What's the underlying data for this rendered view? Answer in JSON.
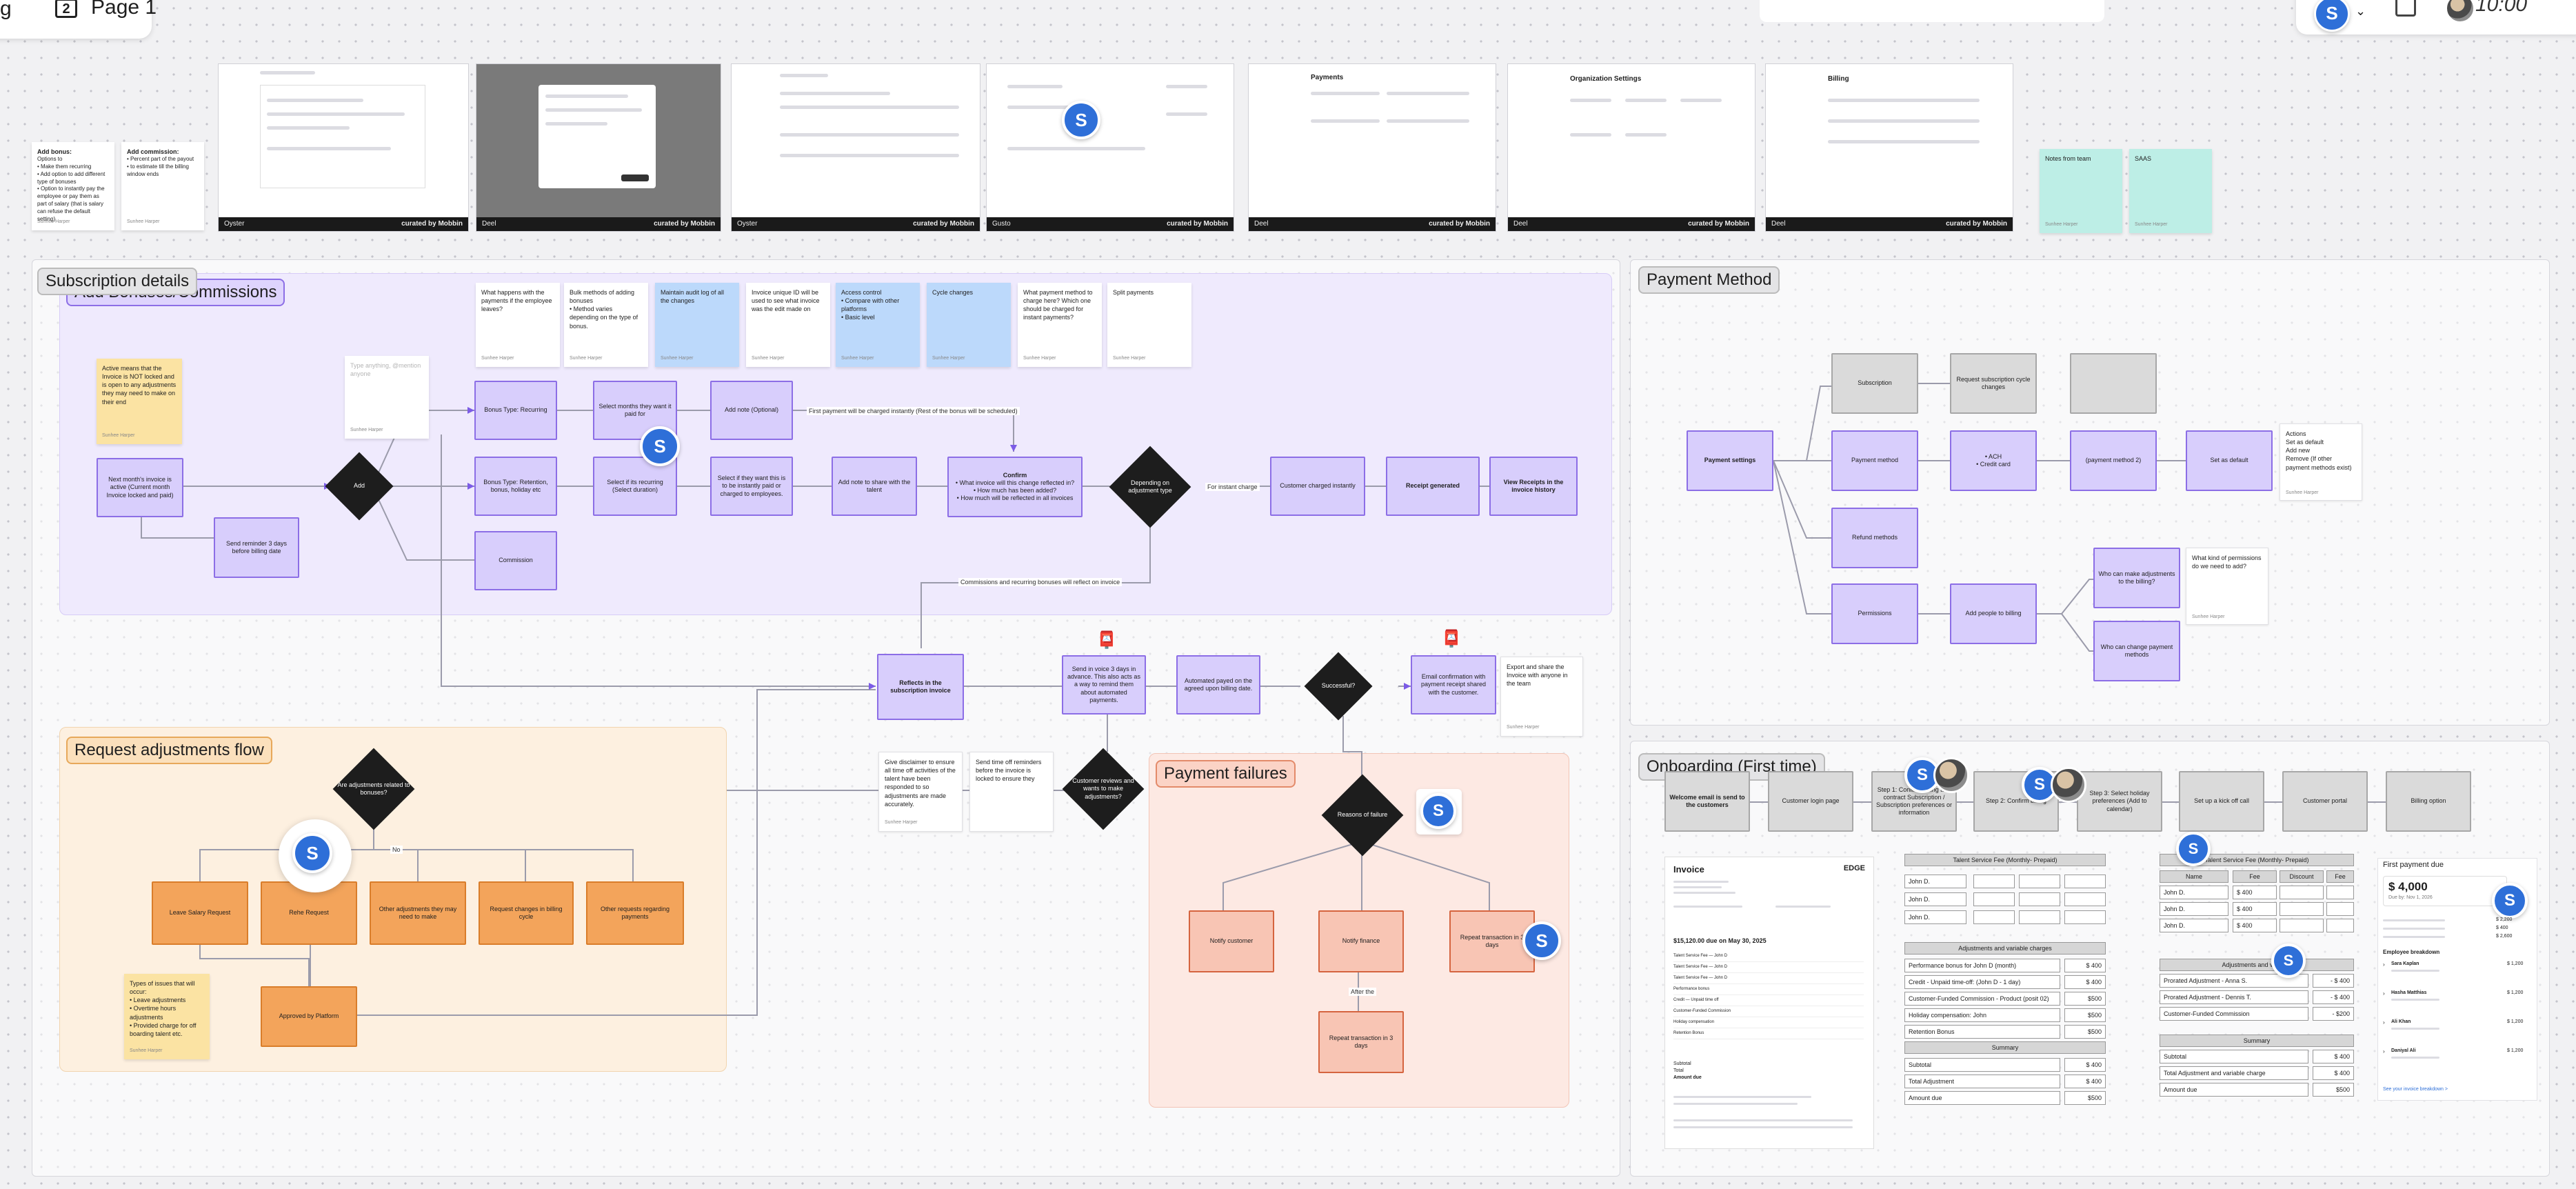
{
  "toolbar": {
    "left_glyph": "g",
    "page_number": "2",
    "page_label": "Page 1"
  },
  "presence": {
    "avatar_letter": "S",
    "timecode": "10:00"
  },
  "screenshots": [
    {
      "footer_app": "Oyster",
      "footer_brand": "curated by Mobbin"
    },
    {
      "footer_app": "Deel",
      "footer_brand": "curated by Mobbin"
    },
    {
      "footer_app": "Oyster",
      "footer_brand": "curated by Mobbin"
    },
    {
      "footer_app": "Gusto",
      "footer_brand": "curated by Mobbin"
    },
    {
      "footer_app": "Deel",
      "footer_brand": "curated by Mobbin"
    },
    {
      "footer_app": "Deel",
      "footer_brand": "curated by Mobbin"
    },
    {
      "footer_app": "Deel",
      "footer_brand": "curated by Mobbin"
    }
  ],
  "shot_titles": {
    "payments": "Payments",
    "org_settings": "Organization Settings",
    "billing": "Billing"
  },
  "top_notes": [
    {
      "title": "Add bonus:",
      "text": "Options to\n• Make them recurring\n• Add option to add different type of bonuses\n• Option to instantly pay the employee or pay them as part of salary (that is salary can refuse the default setting)",
      "author": "Sunhee Harper"
    },
    {
      "title": "Add commission:",
      "text": "• Percent part of the payout\n• to estimate till the billing window ends",
      "author": "Sunhee Harper"
    },
    {
      "title": "Notes from team",
      "text": "",
      "author": "Sunhee Harper"
    },
    {
      "title": "SAAS",
      "text": "",
      "author": "Sunhee Harper"
    }
  ],
  "sections": {
    "subscription": "Subscription details",
    "bonuses": "Add Bonuses/Commissions",
    "payment_method": "Payment Method",
    "onboarding": "Onboarding (First time)",
    "adjustments": "Request adjustments flow",
    "failures": "Payment failures"
  },
  "bonus_flow": {
    "yellow_note": "Active means that the Invoice is NOT locked and is open to any adjustments they may need to make on their end",
    "yellow_author": "Sunhee Harper",
    "typing_note": "Type anything, @mention anyone",
    "typing_author": "Sunhee Harper",
    "next_invoice": "Next month's invoice is active (Current month Invoice locked and paid)",
    "add": "Add",
    "reminder": "Send reminder 3 days before billing date",
    "bonus_recurring": "Bonus Type: Recurring",
    "bonus_types": "Bonus Type: Retention, bonus, holiday etc",
    "commission": "Commission",
    "select_months": "Select months they want it paid for",
    "select_recurring": "Select if its recurring (Select duration)",
    "select_instant": "Select if they want this is to be instantly paid or charged to employees.",
    "add_note": "Add note (Optional)",
    "add_note_share": "Add note to share with the talent",
    "first_payment": "First payment will be charged instantly (Rest of the bonus will be scheduled)",
    "confirm_title": "Confirm",
    "confirm_items": "• What invoice will this change reflected in?\n• How much has been added?\n• How much will be reflected in all invoices",
    "depending": "Depending on adjustment type",
    "for_instant": "For instant charge",
    "customer_charged": "Customer charged instantly",
    "receipt": "Receipt generated",
    "view_receipts": "View Receipts in the invoice history",
    "commissions_note": "Commissions and recurring bonuses will reflect on invoice",
    "reflects": "Reflects in the subscription invoice",
    "send_invoice": "Send in voice 3 days in advance. This also acts as a way to remind them about automated payments.",
    "autopaid": "Automated payed on the agreed upon billing date.",
    "successful": "Successful?",
    "email_confirm": "Email confirmation with payment receipt shared with the customer.",
    "export_note": "Export and share the Invoice with anyone in the team",
    "export_author": "Sunhee Harper"
  },
  "stickies_row": [
    {
      "text": "What happens with the payments if the employee leaves?",
      "author": "Sunhee Harper",
      "color": "#ffffff"
    },
    {
      "text": "Bulk methods of adding bonuses\n• Method varies depending on the type of bonus.",
      "author": "Sunhee Harper",
      "color": "#ffffff"
    },
    {
      "text": "Maintain audit log of all the changes",
      "author": "Sunhee Harper",
      "color": "#bcd9fb"
    },
    {
      "text": "Invoice unique ID will be used to see what invoice was the edit made on",
      "author": "Sunhee Harper",
      "color": "#ffffff"
    },
    {
      "text": "Access control\n• Compare with other platforms\n• Basic level",
      "author": "Sunhee Harper",
      "color": "#bcd9fb"
    },
    {
      "text": "Cycle changes",
      "author": "Sunhee Harper",
      "color": "#bcd9fb"
    },
    {
      "text": "What payment method to charge here? Which one should be charged for instant payments?",
      "author": "Sunhee Harper",
      "color": "#ffffff"
    },
    {
      "text": "Split payments",
      "author": "Sunhee Harper",
      "color": "#ffffff"
    }
  ],
  "adjust_flow": {
    "question": "Are adjustments related to bonuses?",
    "no": "No",
    "leave_salary": "Leave Salary Request",
    "rehire": "Rehe Request",
    "other_adjust": "Other adjustments they may need to make",
    "billing_cycle": "Request changes in billing cycle",
    "other_requests": "Other requests regarding payments",
    "approved": "Approved by Platform",
    "issues_title": "Types of issues that will occur:",
    "issues": "• Leave adjustments\n• Overtime hours adjustments\n• Provided charge for off boarding talent etc.",
    "issues_author": "Sunhee Harper",
    "disclaimer": "Give disclaimer to ensure all time off activities of the talent have been responded to so adjustments are made accurately.",
    "disclaimer_author": "Sunhee Harper",
    "reminders": "Send time off reminders before the invoice is locked to ensure they",
    "customer_reviews": "Customer reviews and wants to make adjustments?"
  },
  "failure_flow": {
    "reasons": "Reasons of failure",
    "notify_customer": "Notify customer",
    "notify_finance": "Notify finance",
    "repeat_3days": "Repeat transaction in 3 days",
    "after_the": "After the",
    "repeat_last": "Repeat transaction in 3 days"
  },
  "payment_method": {
    "settings": "Payment settings",
    "subscription": "Subscription",
    "request_sub": "Request subscription cycle changes",
    "payment_method": "Payment method",
    "ach": "• ACH\n• Credit card",
    "payment_method_2": "(payment method 2)",
    "set_default": "Set as default",
    "actions": "Actions\nSet as default\nAdd new\nRemove (If other payment methods exist)",
    "actions_author": "Sunhee Harper",
    "refund": "Refund methods",
    "permissions": "Permissions",
    "add_people": "Add people to billing",
    "who_adjust": "Who can make adjustments to the billing?",
    "who_change": "Who can change payment methods",
    "permissions_note": "What kind of permissions do we need to add?",
    "permissions_author": "Sunhee Harper"
  },
  "onboarding": {
    "steps": [
      "Welcome email is send to the customers",
      "Customer login page",
      "Step 1: Confirm Billing and contract Subscription / Subscription preferences or information",
      "Step 2: Confirm billing",
      "Step 3: Select holiday preferences (Add to calendar)",
      "Set up a kick off call",
      "Customer portal",
      "Billing option"
    ]
  },
  "invoice": {
    "title": "Invoice",
    "brand": "EDGE",
    "amount_due": "$15,120.00 due on May 30, 2025",
    "rows": [
      "Talent Service Fee — John D",
      "Talent Service Fee — John D",
      "Talent Service Fee — John D",
      "Performance bonus",
      "Credit — Unpaid time off",
      "Customer-Funded Commission",
      "Holiday compensation",
      "Retention Bonus"
    ],
    "subtotal": "Subtotal",
    "total": "Total",
    "amount_due_label": "Amount due"
  },
  "fee_table": {
    "header": "Talent Service Fee (Monthly- Prepaid)",
    "names": [
      "John D.",
      "John D.",
      "John D."
    ],
    "adj_header": "Adjustments and variable charges",
    "adj_rows": [
      {
        "label": "Performance bonus for John D (month)",
        "value": "$ 400"
      },
      {
        "label": "Credit - Unpaid time-off: (John D - 1 day)",
        "value": "$ 400"
      },
      {
        "label": "Customer-Funded Commission - Product (posit 02)",
        "value": "$500"
      },
      {
        "label": "Holiday compensation: John",
        "value": "$500"
      },
      {
        "label": "Retention Bonus",
        "value": "$500"
      }
    ],
    "summary_header": "Summary",
    "summary_rows": [
      {
        "label": "Subtotal",
        "value": "$ 400"
      },
      {
        "label": "Total Adjustment",
        "value": "$ 400"
      },
      {
        "label": "Amount due",
        "value": "$500"
      }
    ]
  },
  "fee_table2": {
    "header": "Talent Service Fee (Monthly- Prepaid)",
    "cols": [
      "Name",
      "Fee",
      "Discount",
      "Fee"
    ],
    "names": [
      "John D.",
      "John D.",
      "John D."
    ],
    "fees": [
      "$ 400",
      "$ 400",
      "$ 400"
    ],
    "adj_header": "Adjustments and variable",
    "adj_rows": [
      {
        "label": "Prorated Adjustment - Anna S.",
        "value": "- $ 400"
      },
      {
        "label": "Prorated Adjustment - Dennis T.",
        "value": "- $ 400"
      },
      {
        "label": "Customer-Funded Commission",
        "value": "- $200"
      }
    ],
    "summary_header": "Summary",
    "summary_rows": [
      {
        "label": "Subtotal",
        "value": "$ 400"
      },
      {
        "label": "Total Adjustment and variable charge",
        "value": "$ 400"
      },
      {
        "label": "Amount due",
        "value": "$500"
      }
    ]
  },
  "first_payment": {
    "title": "First payment due",
    "amount": "$ 4,000",
    "sub": "Due by: Nov 1, 2026",
    "breakdown": "Employee breakdown",
    "employees": [
      {
        "name": "Sara Kaplan",
        "value": "$ 1,200"
      },
      {
        "name": "Hasha Matthias",
        "value": "$ 1,200"
      },
      {
        "name": "Ali Khan",
        "value": "$ 1,200"
      },
      {
        "name": "Daniyal Ali",
        "value": "$ 1,200"
      }
    ],
    "totals": [
      "$ 2,200",
      "$ 400",
      "$ 2,600"
    ],
    "link": "See your invoice breakdown >"
  }
}
